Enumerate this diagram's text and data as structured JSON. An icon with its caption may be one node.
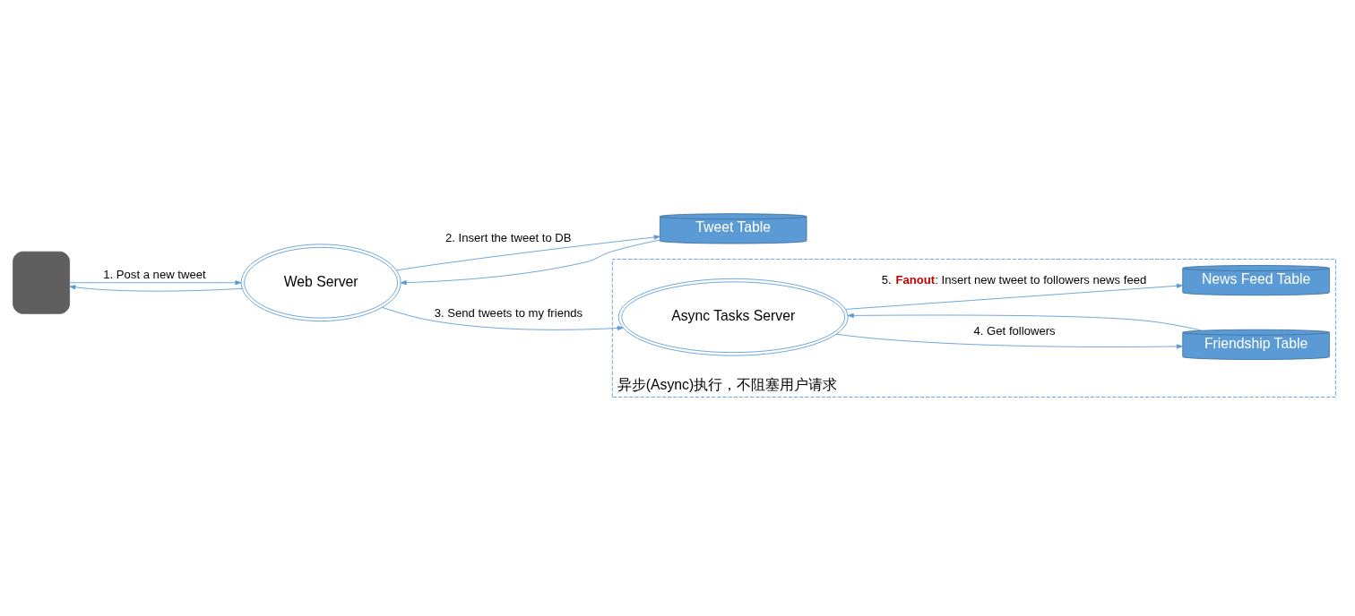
{
  "diagram": {
    "nodes": [
      {
        "text": [],
        "shape": "person"
      },
      {
        "text": [
          "Web Server"
        ]
      },
      {
        "text": [
          "Tweet Table"
        ]
      },
      {
        "text": [
          "异步(Async)执行，不阻塞用户请求"
        ]
      },
      {
        "text": [
          "Async Tasks Server"
        ],
        "in": 3
      },
      {
        "text": [
          "Friendship Table"
        ],
        "in": 3
      },
      {
        "text": [
          "News Feed Table"
        ],
        "in": 3
      }
    ],
    "edges": [
      {
        "from": 0,
        "to": 1,
        "arrow": "to",
        "label": "1. Post a new tweet"
      },
      {
        "from": 1,
        "to": 0,
        "arrow": "to"
      },
      {
        "from": 1,
        "to": 2,
        "arrow": "to",
        "label": "2. Insert the tweet to DB"
      },
      {
        "from": 2,
        "to": 1,
        "arrow": "to"
      },
      {
        "from": 1,
        "to": 4,
        "arrow": "to",
        "label": "3. Send tweets to my friends"
      },
      {
        "from": 4,
        "to": 5,
        "arrow": "to",
        "label": "4. Get followers"
      },
      {
        "from": 5,
        "to": 4,
        "arrow": "to"
      },
      {
        "from": 4,
        "to": 6,
        "arrow": "to",
        "label": "5. **Fanout**: Insert new tweet to followers news feed"
      }
    ]
  }
}
